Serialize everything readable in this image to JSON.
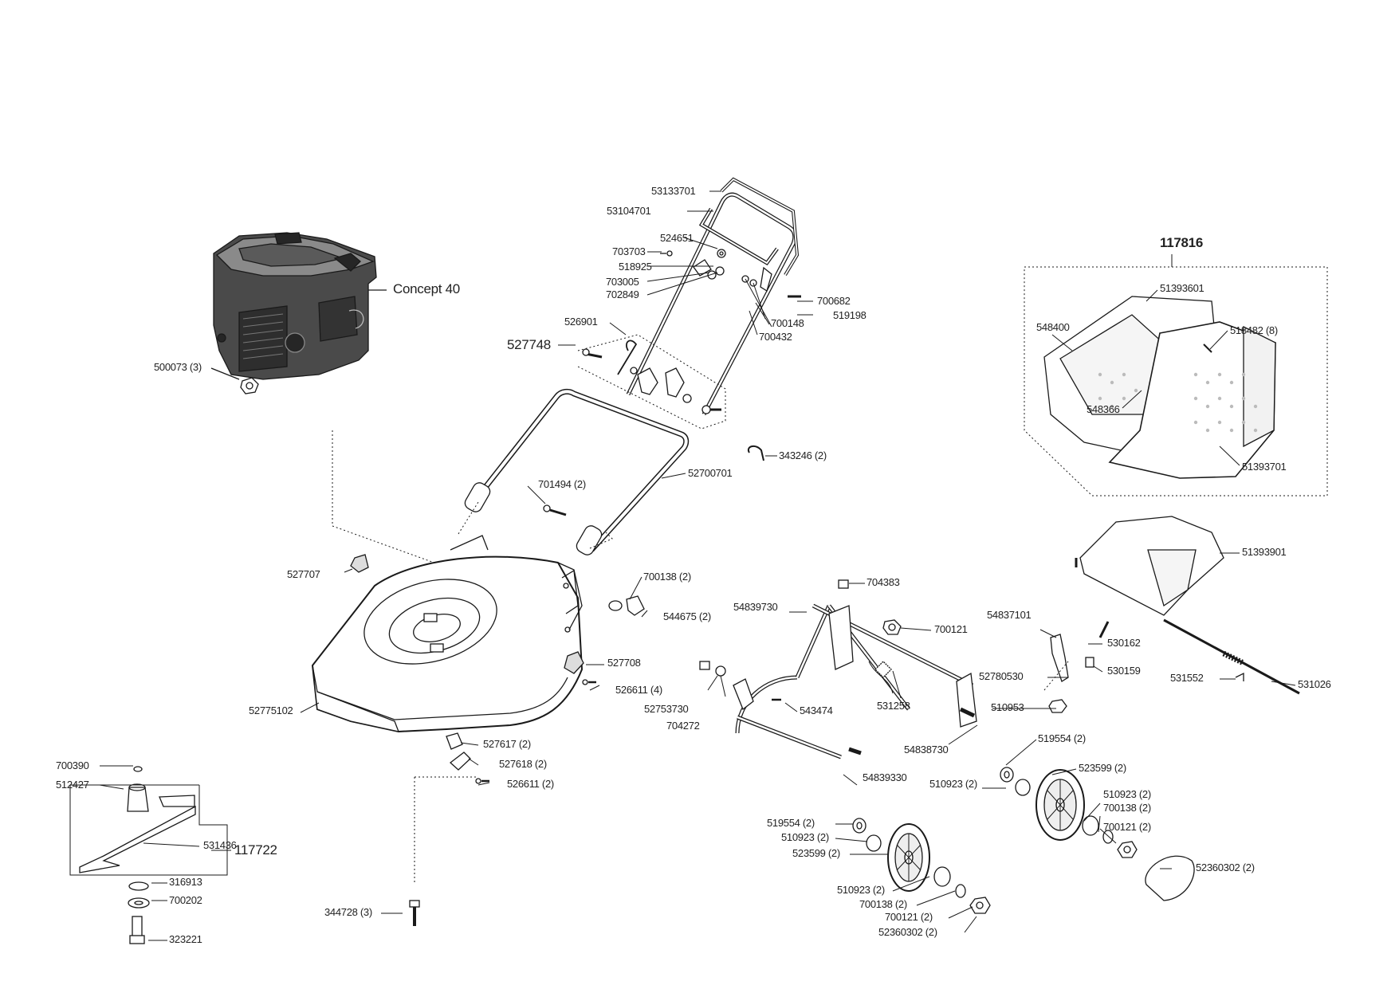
{
  "labels": {
    "concept40": "Concept 40",
    "p500073": "500073 (3)",
    "p53133701": "53133701",
    "p53104701": "53104701",
    "p524651": "524651",
    "p703703": "703703",
    "p518925": "518925",
    "p703005": "703005",
    "p702849": "702849",
    "p700682": "700682",
    "p519198": "519198",
    "p700148": "700148",
    "p700432": "700432",
    "p526901": "526901",
    "p527748": "527748",
    "p343246": "343246 (2)",
    "p52700701": "52700701",
    "p701494": "701494 (2)",
    "p117816": "117816",
    "p51393601": "51393601",
    "p548400": "548400",
    "p518482": "518482 (8)",
    "p548366": "548366",
    "p51393701": "51393701",
    "p51393901": "51393901",
    "p527707": "527707",
    "p700138a": "700138 (2)",
    "p544675": "544675 (2)",
    "p527708": "527708",
    "p526611a": "526611 (4)",
    "p52775102": "52775102",
    "p527617": "527617 (2)",
    "p527618": "527618 (2)",
    "p526611b": "526611 (2)",
    "p704383": "704383",
    "p54839730": "54839730",
    "p700121a": "700121",
    "p54837101": "54837101",
    "p530162": "530162",
    "p52780530": "52780530",
    "p530159": "530159",
    "p531552": "531552",
    "p531026": "531026",
    "p52753730": "52753730",
    "p704272": "704272",
    "p543474": "543474",
    "p531258": "531258",
    "p510953": "510953",
    "p54838730": "54838730",
    "p519554a": "519554 (2)",
    "p523599a": "523599 (2)",
    "p510923a": "510923 (2)",
    "p54839330": "54839330",
    "p510923b": "510923 (2)",
    "p700138b": "700138 (2)",
    "p700121b": "700121 (2)",
    "p52360302a": "52360302 (2)",
    "p519554b": "519554 (2)",
    "p510923c": "510923 (2)",
    "p523599b": "523599 (2)",
    "p510923d": "510923 (2)",
    "p700138c": "700138 (2)",
    "p700121c": "700121 (2)",
    "p52360302b": "52360302 (2)",
    "p700390": "700390",
    "p512427": "512427",
    "p531436": "531436",
    "p117722": "117722",
    "p316913": "316913",
    "p700202": "700202",
    "p323221": "323221",
    "p344728": "344728 (3)"
  },
  "colors": {
    "line": "#1a1a1a",
    "engine_body": "#4a4a4a",
    "engine_dark": "#262626",
    "engine_light": "#8a8a8a"
  }
}
